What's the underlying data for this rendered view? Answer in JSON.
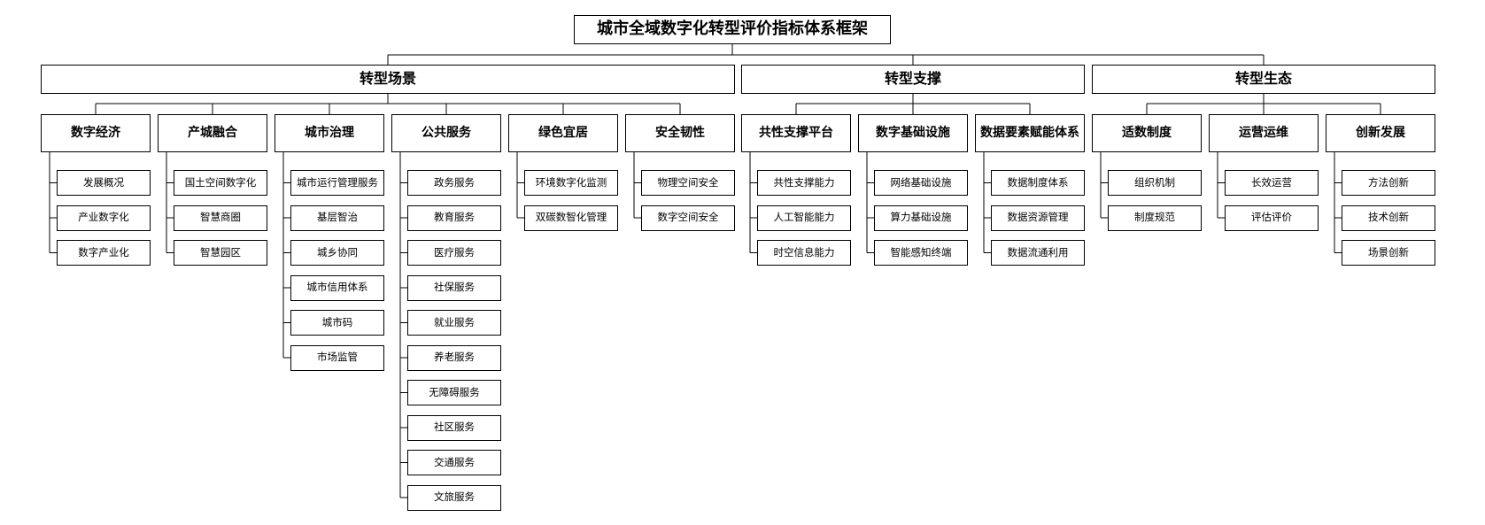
{
  "title": "城市全域数字化转型评价指标体系框架",
  "branches": [
    {
      "label": "转型场景",
      "groups": [
        {
          "label": "数字经济",
          "items": [
            "发展概况",
            "产业数字化",
            "数字产业化"
          ]
        },
        {
          "label": "产城融合",
          "items": [
            "国土空间数字化",
            "智慧商圈",
            "智慧园区"
          ]
        },
        {
          "label": "城市治理",
          "items": [
            "城市运行管理服务",
            "基层智治",
            "城乡协同",
            "城市信用体系",
            "城市码",
            "市场监管"
          ]
        },
        {
          "label": "公共服务",
          "items": [
            "政务服务",
            "教育服务",
            "医疗服务",
            "社保服务",
            "就业服务",
            "养老服务",
            "无障碍服务",
            "社区服务",
            "交通服务",
            "文旅服务"
          ]
        },
        {
          "label": "绿色宜居",
          "items": [
            "环境数字化监测",
            "双碳数智化管理"
          ]
        },
        {
          "label": "安全韧性",
          "items": [
            "物理空间安全",
            "数字空间安全"
          ]
        }
      ]
    },
    {
      "label": "转型支撑",
      "groups": [
        {
          "label": "共性支撑平台",
          "items": [
            "共性支撑能力",
            "人工智能能力",
            "时空信息能力"
          ]
        },
        {
          "label": "数字基础设施",
          "items": [
            "网络基础设施",
            "算力基础设施",
            "智能感知终端"
          ]
        },
        {
          "label": "数据要素赋能体系",
          "items": [
            "数据制度体系",
            "数据资源管理",
            "数据流通利用"
          ]
        }
      ]
    },
    {
      "label": "转型生态",
      "groups": [
        {
          "label": "适数制度",
          "items": [
            "组织机制",
            "制度规范"
          ]
        },
        {
          "label": "运营运维",
          "items": [
            "长效运营",
            "评估评价"
          ]
        },
        {
          "label": "创新发展",
          "items": [
            "方法创新",
            "技术创新",
            "场景创新"
          ]
        }
      ]
    }
  ]
}
